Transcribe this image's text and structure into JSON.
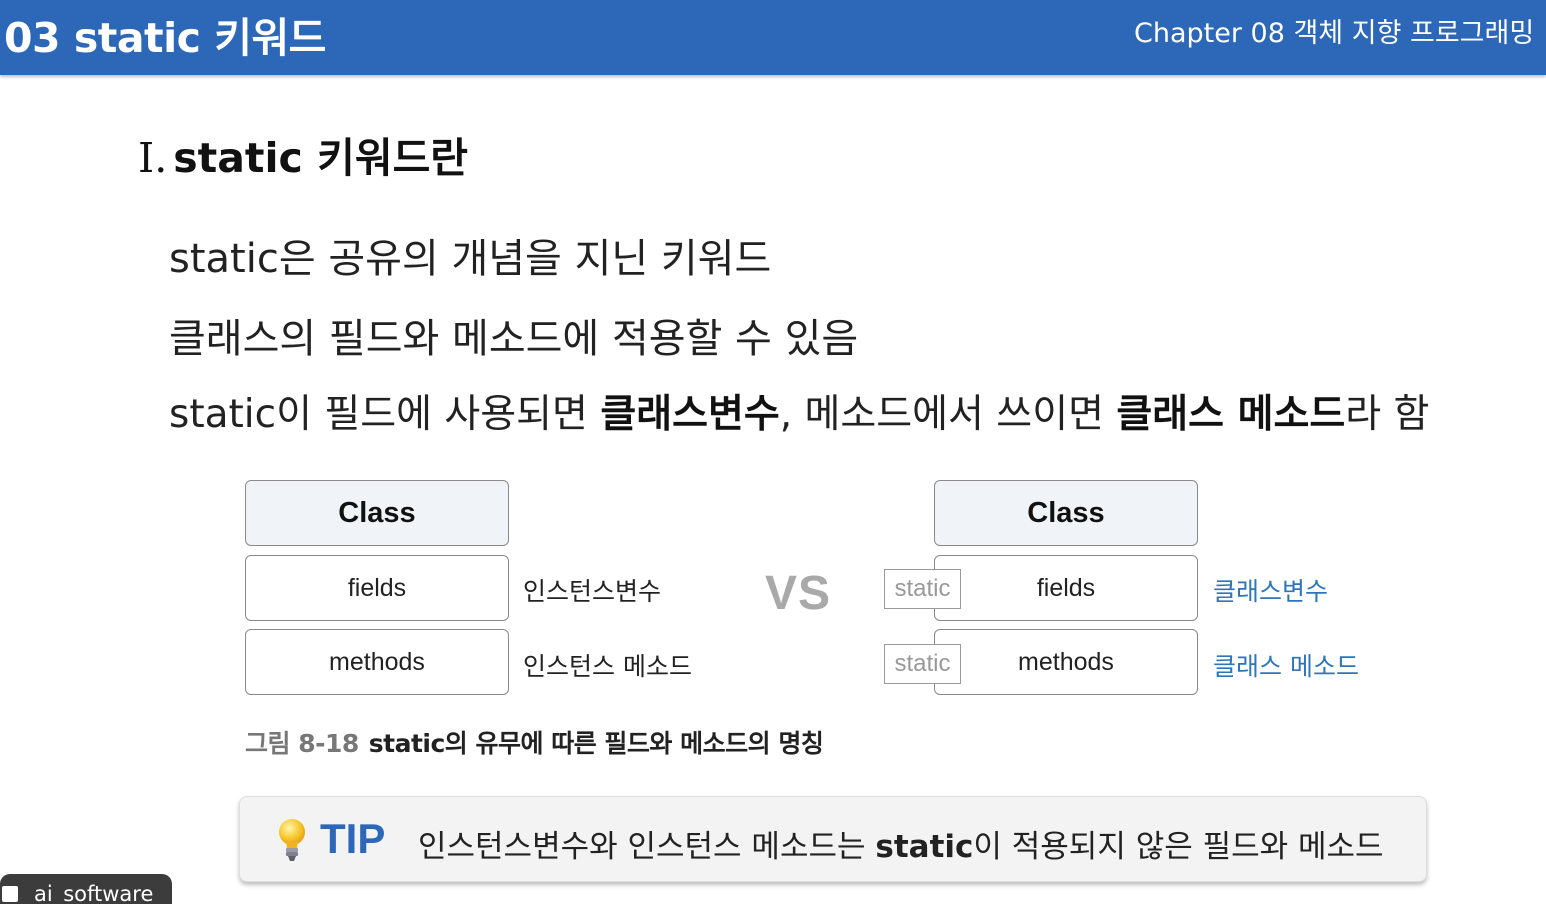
{
  "header": {
    "title": "03 static 키워드",
    "chapter": "Chapter 08 객체 지향 프로그래밍"
  },
  "section": {
    "roman": "Ⅰ.",
    "title": "static 키워드란"
  },
  "bullets": {
    "line1": "static은 공유의 개념을 지닌 키워드",
    "line2": "클래스의 필드와 메소드에 적용할 수 있음",
    "line3": {
      "a": "static이 필드에 사용되면 ",
      "b": "클래스변수",
      "c": ", 메소드에서 쓰이면 ",
      "d": "클래스 메소드",
      "e": "라 함"
    }
  },
  "figure": {
    "left": {
      "header": "Class",
      "fields": "fields",
      "methods": "methods",
      "fields_label": "인스턴스변수",
      "methods_label": "인스턴스 메소드"
    },
    "vs": "VS",
    "right": {
      "header": "Class",
      "fields": "fields",
      "methods": "methods",
      "tag1": "static",
      "tag2": "static",
      "fields_label": "클래스변수",
      "methods_label": "클래스 메소드"
    },
    "caption_number": "그림 8-18",
    "caption_text": "static의 유무에 따른 필드와 메소드의 명칭"
  },
  "tip": {
    "label": "TIP",
    "text_a": "인스턴스변수와 인스턴스 메소드는 ",
    "text_b": "static",
    "text_c": "이 적용되지 않은 필드와 메소드",
    "icon": "lightbulb-icon"
  },
  "footer": {
    "tab_text": "ai_software"
  },
  "colors": {
    "header_bg": "#2c67b8",
    "accent_blue": "#2f76b8",
    "vs_gray": "#a9a9a9"
  }
}
